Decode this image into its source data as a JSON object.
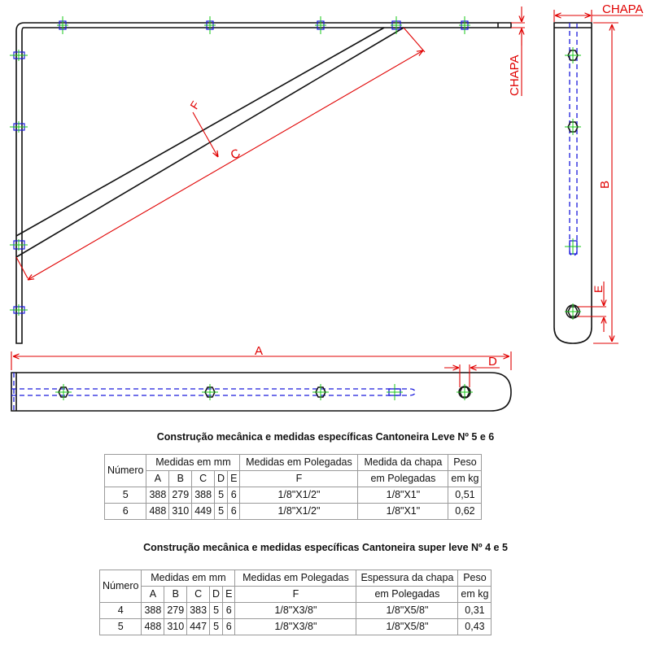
{
  "drawing": {
    "labels": {
      "A": "A",
      "B": "B",
      "C": "C",
      "D": "D",
      "E": "E",
      "F": "F",
      "chapa_top": "CHAPA",
      "chapa_side": "CHAPA"
    },
    "colors": {
      "outline": "#111111",
      "dimension": "#e00000",
      "hidden": "#1a1adc",
      "center": "#18c818"
    }
  },
  "tables": [
    {
      "title": "Construção mecânica e medidas específicas Cantoneira Leve Nº 5 e 6",
      "headers": {
        "numero": "Número",
        "medidas_mm": "Medidas em mm",
        "medidas_pol": "Medidas em Polegadas",
        "chapa_l1": "Medida da chapa",
        "chapa_l2": "em Polegadas",
        "peso_l1": "Peso",
        "peso_l2": "em kg",
        "sub": [
          "A",
          "B",
          "C",
          "D",
          "E"
        ],
        "pol_sub": "F"
      },
      "rows": [
        {
          "numero": "5",
          "A": "388",
          "B": "279",
          "C": "388",
          "D": "5",
          "E": "6",
          "F": "1/8\"X1/2\"",
          "chapa": "1/8\"X1\"",
          "peso": "0,51"
        },
        {
          "numero": "6",
          "A": "488",
          "B": "310",
          "C": "449",
          "D": "5",
          "E": "6",
          "F": "1/8\"X1/2\"",
          "chapa": "1/8\"X1\"",
          "peso": "0,62"
        }
      ]
    },
    {
      "title": "Construção mecânica e medidas específicas Cantoneira super leve Nº 4 e 5",
      "headers": {
        "numero": "Número",
        "medidas_mm": "Medidas em mm",
        "medidas_pol": "Medidas em Polegadas",
        "chapa_l1": "Espessura da chapa",
        "chapa_l2": "em Polegadas",
        "peso_l1": "Peso",
        "peso_l2": "em kg",
        "sub": [
          "A",
          "B",
          "C",
          "D",
          "E"
        ],
        "pol_sub": "F"
      },
      "rows": [
        {
          "numero": "4",
          "A": "388",
          "B": "279",
          "C": "383",
          "D": "5",
          "E": "6",
          "F": "1/8\"X3/8\"",
          "chapa": "1/8\"X5/8\"",
          "peso": "0,31"
        },
        {
          "numero": "5",
          "A": "488",
          "B": "310",
          "C": "447",
          "D": "5",
          "E": "6",
          "F": "1/8\"X3/8\"",
          "chapa": "1/8\"X5/8\"",
          "peso": "0,43"
        }
      ]
    }
  ]
}
